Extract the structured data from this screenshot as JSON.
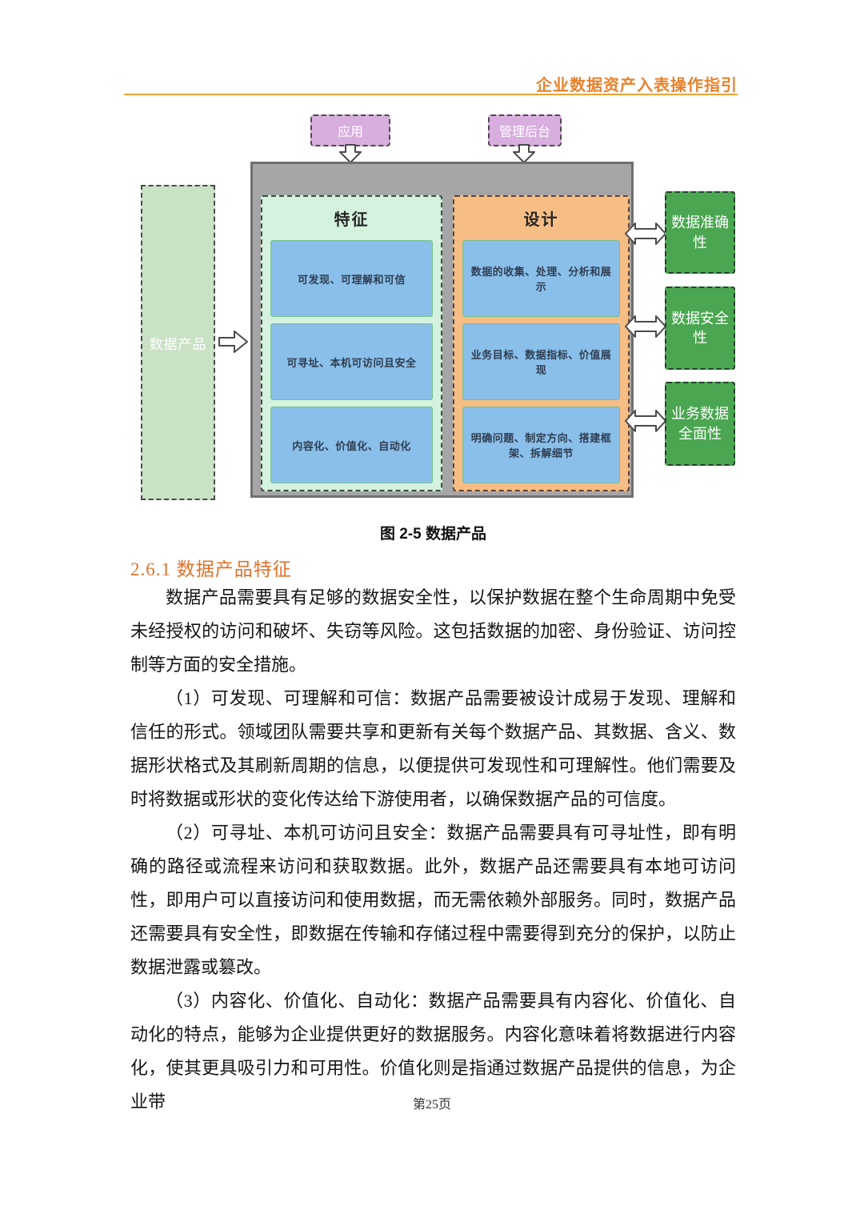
{
  "page": {
    "header_title": "企业数据资产入表操作指引",
    "footer": "第25页"
  },
  "figure": {
    "caption": "图 2-5 数据产品",
    "top_nodes": [
      {
        "label": "应用"
      },
      {
        "label": "管理后台"
      }
    ],
    "left_node": {
      "label": "数据产品"
    },
    "columns": [
      {
        "header": "特征",
        "items": [
          "可发现、可理解和可信",
          "可寻址、本机可访问且安全",
          "内容化、价值化、自动化"
        ]
      },
      {
        "header": "设计",
        "items": [
          "数据的收集、处理、分析和展示",
          "业务目标、数据指标、价值展现",
          "明确问题、制定方向、搭建框架、拆解细节"
        ]
      }
    ],
    "right_nodes": [
      "数据准确性",
      "数据安全性",
      "业务数据全面性"
    ],
    "colors": {
      "purple_node": "#d8aede",
      "gray_container": "#a6a6a6",
      "feature_column": "#d5f2de",
      "design_column": "#f6bd85",
      "blue_item": "#8abfe9",
      "left_node_green": "#c9e2c5",
      "right_node_green": "#4aa650",
      "header_accent": "#e8822d"
    }
  },
  "section": {
    "heading": "2.6.1 数据产品特征",
    "paragraphs": [
      "数据产品需要具有足够的数据安全性，以保护数据在整个生命周期中免受未经授权的访问和破坏、失窃等风险。这包括数据的加密、身份验证、访问控制等方面的安全措施。",
      "（1）可发现、可理解和可信：数据产品需要被设计成易于发现、理解和信任的形式。领域团队需要共享和更新有关每个数据产品、其数据、含义、数据形状格式及其刷新周期的信息，以便提供可发现性和可理解性。他们需要及时将数据或形状的变化传达给下游使用者，以确保数据产品的可信度。",
      "（2）可寻址、本机可访问且安全：数据产品需要具有可寻址性，即有明确的路径或流程来访问和获取数据。此外，数据产品还需要具有本地可访问性，即用户可以直接访问和使用数据，而无需依赖外部服务。同时，数据产品还需要具有安全性，即数据在传输和存储过程中需要得到充分的保护，以防止数据泄露或篡改。",
      "（3）内容化、价值化、自动化：数据产品需要具有内容化、价值化、自动化的特点，能够为企业提供更好的数据服务。内容化意味着将数据进行内容化，使其更具吸引力和可用性。价值化则是指通过数据产品提供的信息，为企业带"
    ]
  }
}
